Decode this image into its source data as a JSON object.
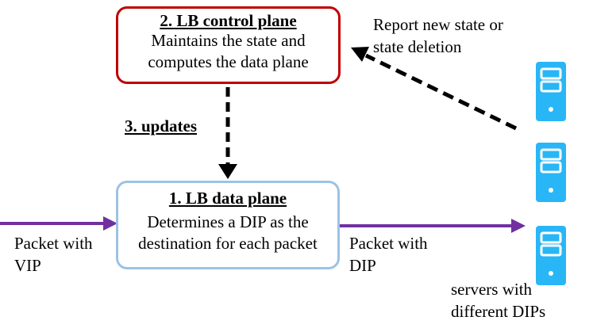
{
  "control_plane": {
    "title": "2. LB control plane",
    "line1": "Maintains the state and",
    "line2": "computes the data plane"
  },
  "data_plane": {
    "title": "1. LB data plane",
    "line1": "Determines a DIP as the",
    "line2": "destination for each packet"
  },
  "updates_label": "3. updates",
  "report_label": {
    "line1": "Report new state or",
    "line2": "state deletion"
  },
  "incoming_label": {
    "line1": "Packet with",
    "line2": "VIP"
  },
  "outgoing_label": {
    "line1": "Packet with",
    "line2": "DIP"
  },
  "servers_label": {
    "line1": "servers with",
    "line2": "different DIPs"
  },
  "colors": {
    "control_border": "#c00000",
    "data_border": "#9cc2e5",
    "packet_arrow": "#7030a0",
    "server": "#29b6f6"
  },
  "icons": {
    "server": "server-icon"
  }
}
